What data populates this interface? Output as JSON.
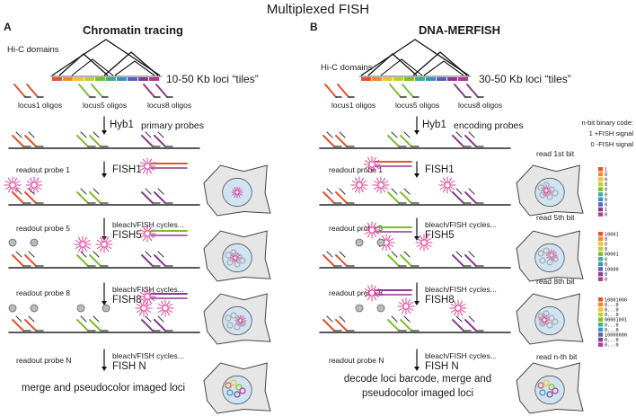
{
  "title": "Multiplexed FISH",
  "colors": {
    "orange": "#e8512c",
    "green": "#7cbf2e",
    "purple": "#8a3a8f",
    "black": "#2a2a2a",
    "magenta": "#e0409a",
    "cell_fill": "#e6e6e6",
    "nucleus_fill": "#cfe3f2"
  },
  "panel_a": {
    "letter": "A",
    "title": "Chromatin tracing",
    "hic_label": "Hi-C domains",
    "tiles_label": "10-50 Kb loci “tiles”",
    "oligo_labels": [
      "locus1 oligos",
      "locus5 oligos",
      "locus8 oligos"
    ],
    "hyb1_label": "Hyb1",
    "hyb1_probes": "primary probes",
    "readout_labels": [
      "readout probe 1",
      "readout probe 5",
      "readout probe 8",
      "readout probe N"
    ],
    "fish_labels": [
      "FISH1",
      "FISH5",
      "FISH8",
      "FISH N"
    ],
    "cycle_label": "bleach/FISH cycles...",
    "final_text": "merge and pseudocolor imaged loci"
  },
  "panel_b": {
    "letter": "B",
    "title": "DNA-MERFISH",
    "hic_label": "Hi-C domains",
    "tiles_label": "30-50 Kb loci “tiles”",
    "oligo_labels": [
      "locus1 oligos",
      "locus5 oligos",
      "locus8 oligos"
    ],
    "hyb1_label": "Hyb1",
    "hyb1_probes": "encoding probes",
    "binary_code_lines": [
      "n-bit binary code:",
      "1 +FISH signal",
      "0 -FISH signal"
    ],
    "readout_labels": [
      "readout probe 1",
      "readout probe 5",
      "readout probe 8",
      "readout probe N"
    ],
    "fish_labels": [
      "FISH1",
      "FISH5",
      "FISH8",
      "FISH N"
    ],
    "cycle_label": "bleach/FISH cycles...",
    "read_labels": [
      "read 1st bit",
      "read 5th bit",
      "read 8th bit",
      "read n-th bit"
    ],
    "final_text_1": "decode loci barcode, merge and",
    "final_text_2": "pseudocolor imaged loci",
    "barcodes": [
      [
        "1",
        "0",
        "0",
        "0",
        "0",
        "0",
        "0",
        "0",
        "1",
        "0"
      ],
      [
        "10001",
        "0",
        "0",
        "0",
        "00001",
        "0",
        "0",
        "10000",
        "0",
        "0"
      ],
      [
        "10001000",
        "0...0",
        "0...0",
        "0...0",
        "00001001",
        "0...0",
        "0...0",
        "10000000",
        "0...0",
        "0...0"
      ]
    ]
  }
}
